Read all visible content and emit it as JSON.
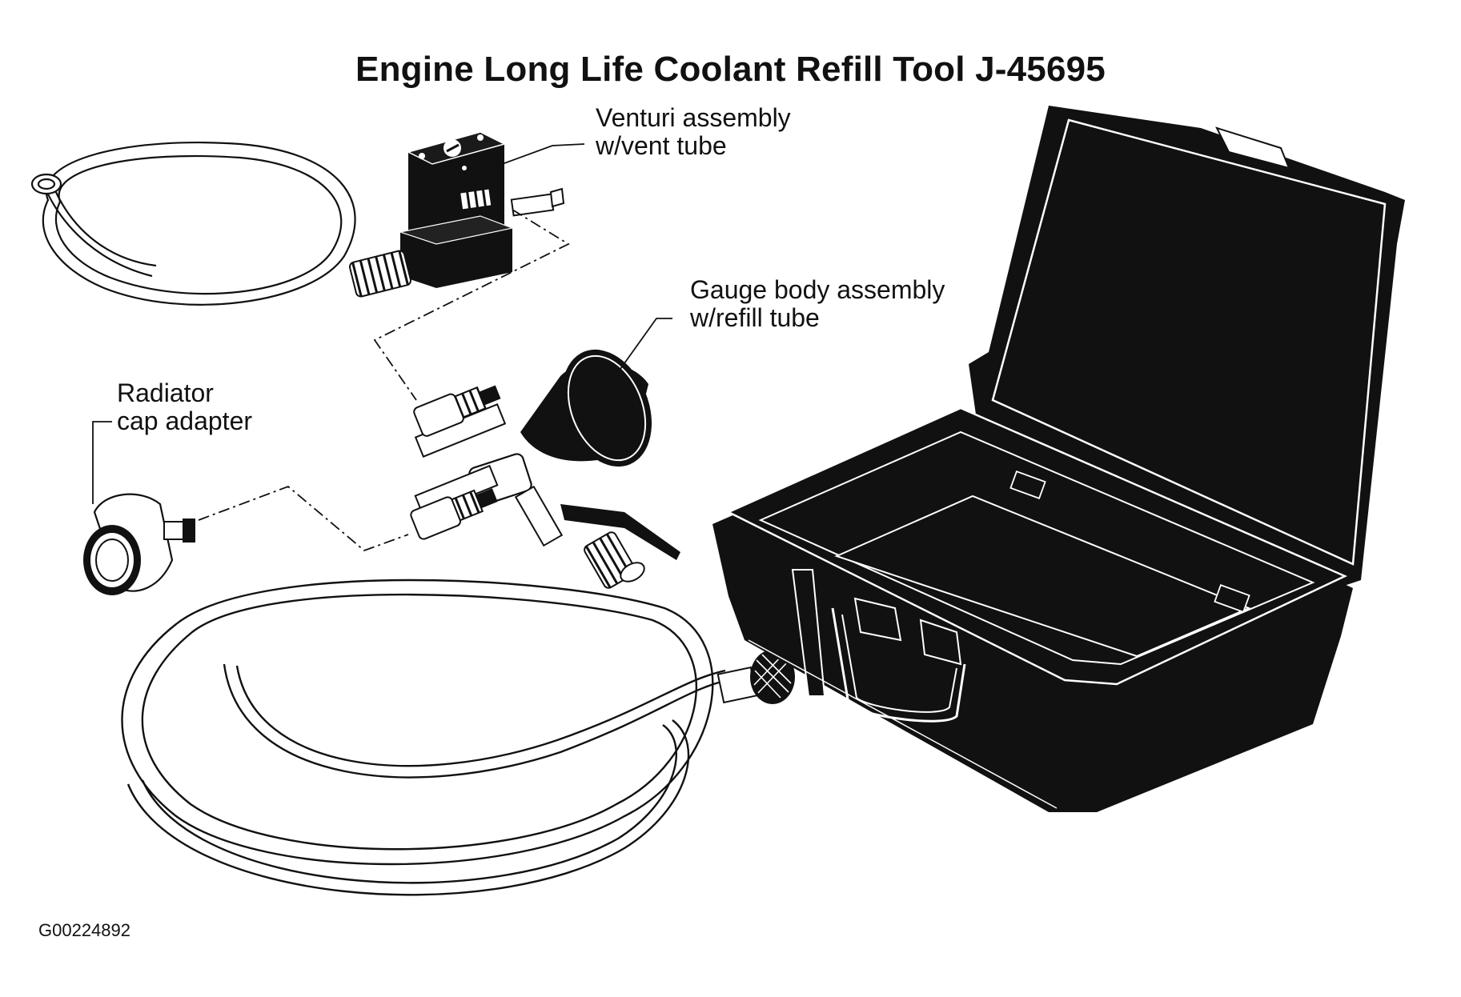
{
  "title": "Engine Long Life Coolant Refill Tool J-45695",
  "labels": {
    "venturi": {
      "line1": "Venturi assembly",
      "line2": "w/vent tube"
    },
    "gauge": {
      "line1": "Gauge body assembly",
      "line2": "w/refill tube"
    },
    "radiator": {
      "line1": "Radiator",
      "line2": "cap adapter"
    }
  },
  "figure_id": "G00224892",
  "colors": {
    "ink": "#111111",
    "paper": "#ffffff"
  }
}
